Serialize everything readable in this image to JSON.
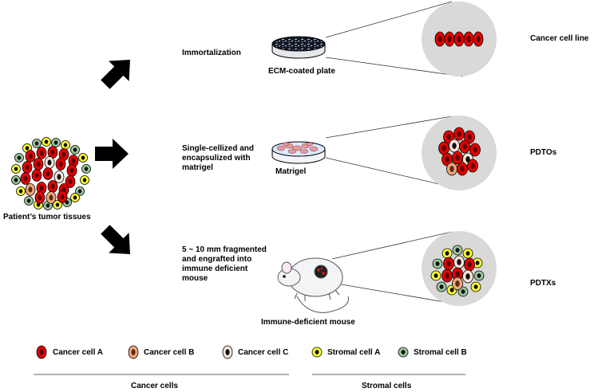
{
  "source": {
    "label": "Patient’s tumor tissues"
  },
  "routes": [
    {
      "method": "Immortalization",
      "vessel": "ECM-coated plate",
      "result": "Cancer cell line"
    },
    {
      "method": "Single-cellized and\nencapsulized with\nmatrigel",
      "vessel": "Matrigel",
      "result": "PDTOs"
    },
    {
      "method": "5 ~ 10 mm fragmented\nand engrafted into\nimmune deficient\nmouse",
      "vessel": "Immune-deficient mouse",
      "result": "PDTXs"
    }
  ],
  "legend": {
    "items": [
      {
        "label": "Cancer cell A",
        "icon": "cancer-cell-a-icon",
        "fill": "#e60000",
        "nucleus": "#5a0000",
        "stroke": "#000000"
      },
      {
        "label": "Cancer cell B",
        "icon": "cancer-cell-b-icon",
        "fill": "#f0a77b",
        "nucleus": "#5a2a10",
        "stroke": "#000000"
      },
      {
        "label": "Cancer cell C",
        "icon": "cancer-cell-c-icon",
        "fill": "#fbe6dc",
        "nucleus": "#111111",
        "stroke": "#000000"
      },
      {
        "label": "Stromal cell A",
        "icon": "stromal-cell-a-icon",
        "fill": "#ffff33",
        "nucleus": "#111111",
        "stroke": "#000000"
      },
      {
        "label": "Stromal cell B",
        "icon": "stromal-cell-b-icon",
        "fill": "#9cc89c",
        "nucleus": "#111111",
        "stroke": "#000000"
      }
    ],
    "groups": [
      {
        "label": "Cancer cells"
      },
      {
        "label": "Stromal cells"
      }
    ]
  },
  "colors": {
    "zoom_circle": "#d9d9d9",
    "arrow": "#000000",
    "dish": "#ffffff",
    "ecm": "#1a1a2e",
    "matrigel_blob": "#e89aa0"
  }
}
